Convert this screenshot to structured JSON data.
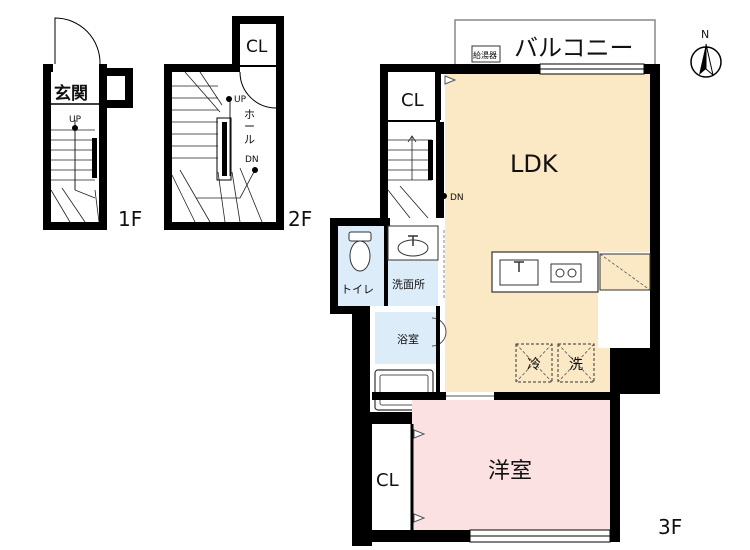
{
  "compass": {
    "north": "N"
  },
  "floors": {
    "f1": {
      "label": "1F",
      "entrance": "玄関",
      "up": "UP"
    },
    "f2": {
      "label": "2F",
      "closet": "CL",
      "hall": [
        "ホ",
        "ー",
        "ル"
      ],
      "up": "UP",
      "down": "DN"
    },
    "f3": {
      "label": "3F",
      "balcony": "バルコニー",
      "water_heater": "給湯器",
      "closet_top": "CL",
      "ldk": "LDK",
      "stairs_down": "DN",
      "toilet": "トイレ",
      "washroom": "洗面所",
      "bath": "浴室",
      "fridge": "冷",
      "washer": "洗",
      "closet_bottom": "CL",
      "western_room": "洋室"
    }
  },
  "colors": {
    "ldk": "#fbe8c4",
    "western_room": "#fbe1e1",
    "wet_area": "#dcecf8",
    "wall": "#000000"
  }
}
